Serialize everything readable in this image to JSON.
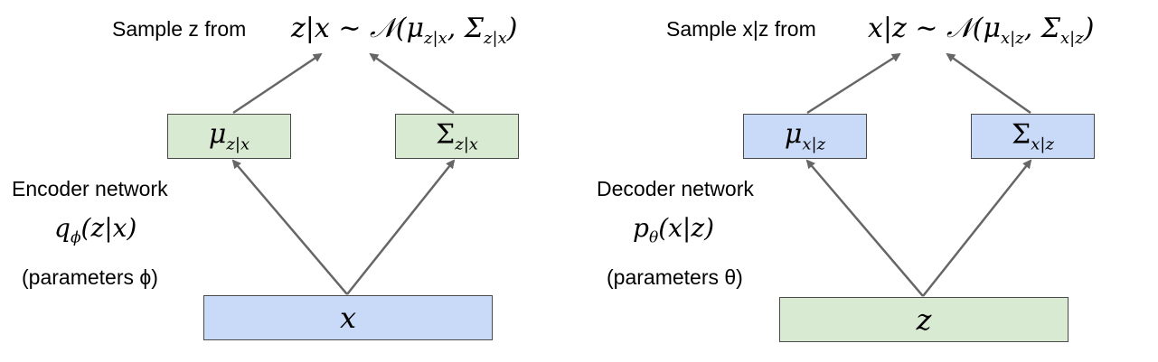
{
  "encoder": {
    "sample_label": "Sample z from",
    "sample_formula": "z|x ∼ 𝒩(μ_{z|x}, Σ_{z|x})",
    "mu_box": "μ_{z|x}",
    "sigma_box": "Σ_{z|x}",
    "network_label": "Encoder network",
    "network_formula": "q_ϕ(z|x)",
    "params_label": "(parameters ϕ)",
    "input_box": "x"
  },
  "decoder": {
    "sample_label": "Sample x|z from",
    "sample_formula": "x|z ∼ 𝒩(μ_{x|z}, Σ_{x|z})",
    "mu_box": "μ_{x|z}",
    "sigma_box": "Σ_{x|z}",
    "network_label": "Decoder network",
    "network_formula": "p_θ(x|z)",
    "params_label": "(parameters θ)",
    "input_box": "z"
  },
  "colors": {
    "blue_box": "#c9daf8",
    "green_box": "#d9ead3",
    "arrow": "#666666",
    "box_border": "#4a4a4a"
  }
}
